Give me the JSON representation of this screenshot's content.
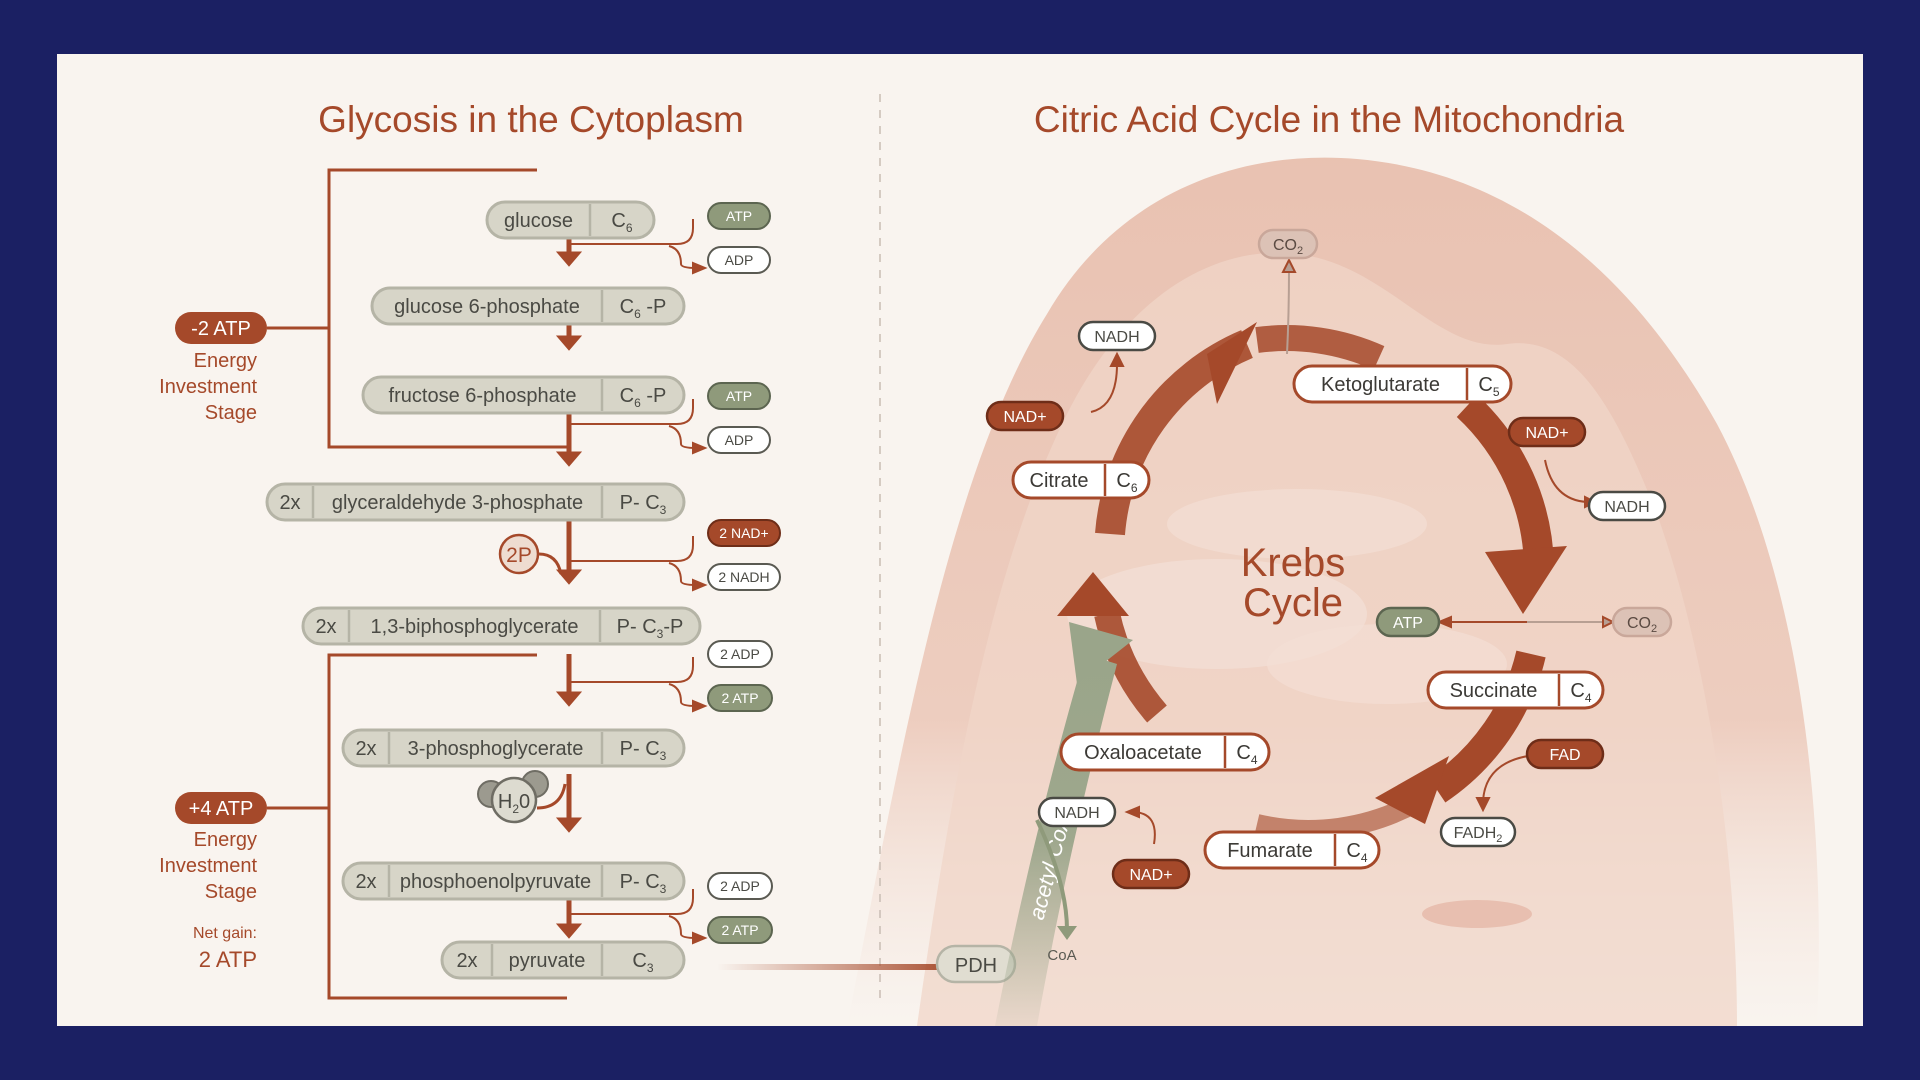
{
  "glycolysis": {
    "title": "Glycosis in the Cytoplasm",
    "molecules": [
      {
        "count": "",
        "name": "glucose",
        "formula": "C",
        "sub": "6",
        "suffix": ""
      },
      {
        "count": "",
        "name": "glucose 6-phosphate",
        "formula": "C",
        "sub": "6",
        "suffix": " -P"
      },
      {
        "count": "",
        "name": "fructose 6-phosphate",
        "formula": "C",
        "sub": "6",
        "suffix": " -P"
      },
      {
        "count": "2x",
        "name": "glyceraldehyde 3-phosphate",
        "formula": "P- C",
        "sub": "3",
        "suffix": ""
      },
      {
        "count": "2x",
        "name": "1,3-biphosphoglycerate",
        "formula": "P- C",
        "sub": "3",
        "suffix": "-P"
      },
      {
        "count": "2x",
        "name": "3-phosphoglycerate",
        "formula": "P- C",
        "sub": "3",
        "suffix": ""
      },
      {
        "count": "2x",
        "name": "phosphoenolpyruvate",
        "formula": "P- C",
        "sub": "3",
        "suffix": ""
      },
      {
        "count": "2x",
        "name": "pyruvate",
        "formula": "C",
        "sub": "3",
        "suffix": ""
      }
    ],
    "side_pills": [
      {
        "label": "ATP",
        "style": "green"
      },
      {
        "label": "ADP",
        "style": "white"
      },
      {
        "label": "ATP",
        "style": "green"
      },
      {
        "label": "ADP",
        "style": "white"
      },
      {
        "label": "2 NAD+",
        "style": "red"
      },
      {
        "label": "2 NADH",
        "style": "white"
      },
      {
        "label": "2 ADP",
        "style": "white"
      },
      {
        "label": "2 ATP",
        "style": "green"
      },
      {
        "label": "2 ADP",
        "style": "white"
      },
      {
        "label": "2 ATP",
        "style": "green"
      }
    ],
    "phosphate_label": "2P",
    "water_label": "H",
    "water_sub": "2",
    "water_suffix": "0",
    "investment": {
      "badge": "-2 ATP",
      "line1": "Energy",
      "line2": "Investment",
      "line3": "Stage"
    },
    "payoff": {
      "badge": "+4 ATP",
      "line1": "Energy",
      "line2": "Investment",
      "line3": "Stage"
    },
    "net_gain_label": "Net gain:",
    "net_gain_value": "2 ATP"
  },
  "krebs": {
    "title": "Citric Acid Cycle in the Mitochondria",
    "center_line1": "Krebs",
    "center_line2": "Cycle",
    "intermediates": [
      {
        "name": "Citrate",
        "formula": "C",
        "sub": "6"
      },
      {
        "name": "Ketoglutarate",
        "formula": "C",
        "sub": "5"
      },
      {
        "name": "Succinate",
        "formula": "C",
        "sub": "4"
      },
      {
        "name": "Fumarate",
        "formula": "C",
        "sub": "4"
      },
      {
        "name": "Oxaloacetate",
        "formula": "C",
        "sub": "4"
      }
    ],
    "pills": {
      "co2_top": "CO2",
      "nadh_1": "NADH",
      "nad_1": "NAD+",
      "nad_2": "NAD+",
      "nadh_2": "NADH",
      "atp": "ATP",
      "co2_right": "CO2",
      "fad": "FAD",
      "fadh2": "FADH",
      "nadh_3": "NADH",
      "nad_3": "NAD+"
    },
    "pdh": "PDH",
    "acetyl_coa": "acetyl-CoA",
    "coa": "CoA"
  },
  "colors": {
    "background": "#1b2063",
    "panel": "#f9f4ef",
    "rust": "#a5492a",
    "box_fill": "#d7d5c8",
    "box_border": "#b5b4a6",
    "green_pill": "#8f9a7b",
    "sage_arrow": "#9aa58a"
  }
}
